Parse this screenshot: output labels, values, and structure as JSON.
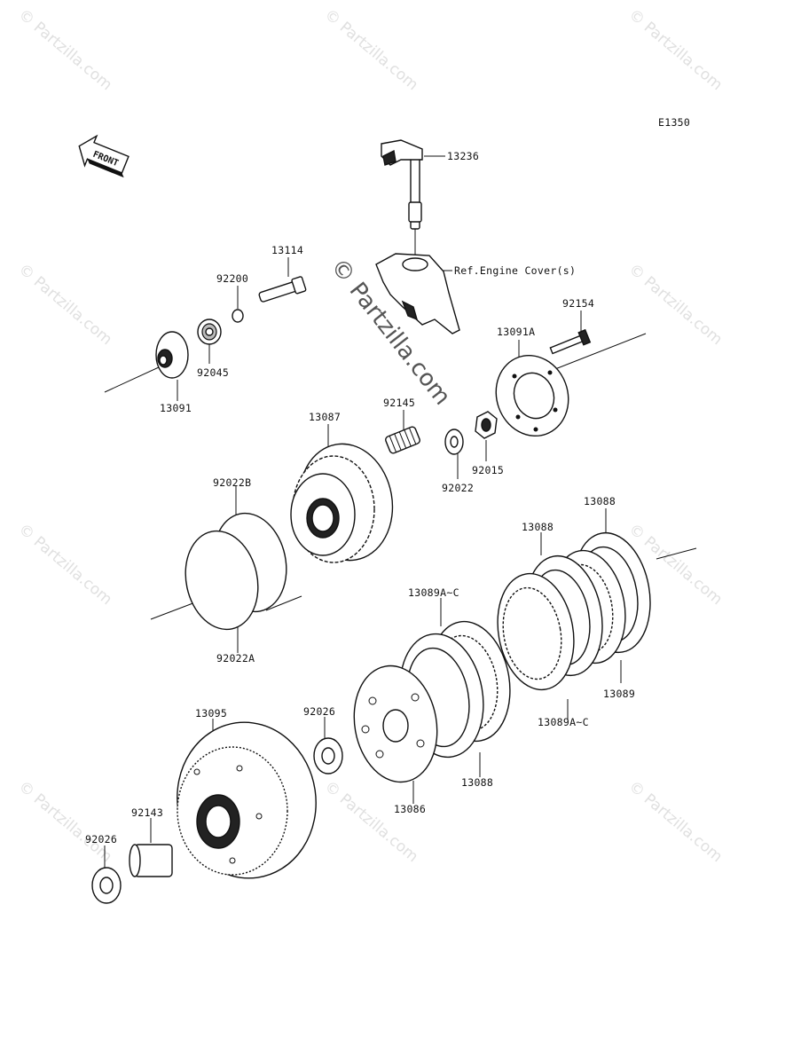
{
  "diagram": {
    "code": "E1350",
    "front_label": "FRONT",
    "ref_label": "Ref.Engine Cover(s)",
    "watermark": "© Partzilla.com",
    "part_labels": {
      "p13236": "13236",
      "p13114": "13114",
      "p92200": "92200",
      "p92045": "92045",
      "p13091": "13091",
      "p92154": "92154",
      "p13091A": "13091A",
      "p92145": "92145",
      "p13087": "13087",
      "p92015": "92015",
      "p92022": "92022",
      "p92022B": "92022B",
      "p92022A": "92022A",
      "p13088_top": "13088",
      "p13088_mid": "13088",
      "p13089AC_top": "13089A~C",
      "p13089": "13089",
      "p13089AC_bot": "13089A~C",
      "p13088_bot": "13088",
      "p92026_mid": "92026",
      "p13095": "13095",
      "p13086": "13086",
      "p92143": "92143",
      "p92026_bot": "92026"
    }
  }
}
